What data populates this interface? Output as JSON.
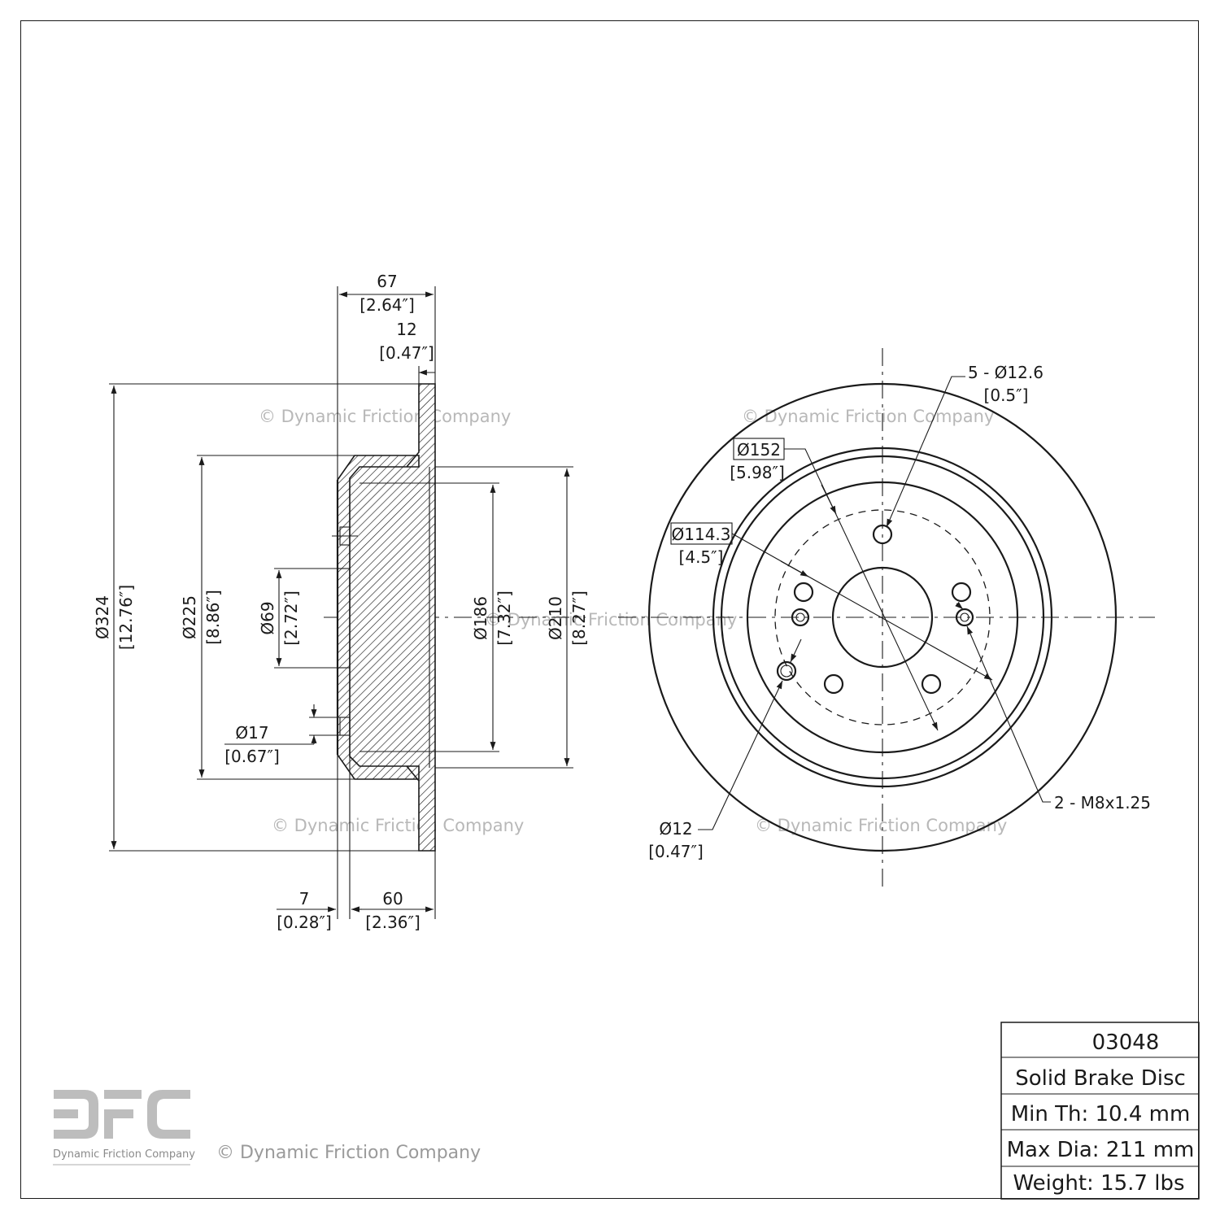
{
  "watermark": "© Dynamic Friction Company",
  "logo": {
    "letters": "DFC",
    "caption": "Dynamic Friction Company",
    "color": "#bdbdbd"
  },
  "side_view": {
    "overall_width": {
      "mm": "67",
      "in": "[2.64″]"
    },
    "rotor_thickness": {
      "mm": "12",
      "in": "[0.47″]"
    },
    "outer_diameter": {
      "mm": "Ø324",
      "in": "[12.76″]"
    },
    "hat_diameter": {
      "mm": "Ø225",
      "in": "[8.86″]"
    },
    "center_bore": {
      "mm": "Ø69",
      "in": "[2.72″]"
    },
    "stud_hole": {
      "mm": "Ø17",
      "in": "[0.67″]"
    },
    "inner_hat_diameter": {
      "mm": "Ø186",
      "in": "[7.32″]"
    },
    "drum_diameter": {
      "mm": "Ø210",
      "in": "[8.27″]"
    },
    "hat_thickness": {
      "mm": "7",
      "in": "[0.28″]"
    },
    "offset": {
      "mm": "60",
      "in": "[2.36″]"
    }
  },
  "front_view": {
    "bolt_holes": {
      "mm": "5 - Ø12.6",
      "in": "[0.5″]"
    },
    "pcd_outer": {
      "mm": "Ø152",
      "in": "[5.98″]"
    },
    "bolt_circle": {
      "mm": "Ø114.3",
      "in": "[4.5″]"
    },
    "pin_hole": {
      "mm": "Ø12",
      "in": "[0.47″]"
    },
    "threaded_holes": "2 - M8x1.25"
  },
  "spec_table": {
    "part_number": "03048",
    "type": "Solid Brake Disc",
    "min_thickness": "Min Th: 10.4 mm",
    "max_diameter": "Max Dia: 211 mm",
    "weight": "Weight: 15.7 lbs"
  }
}
